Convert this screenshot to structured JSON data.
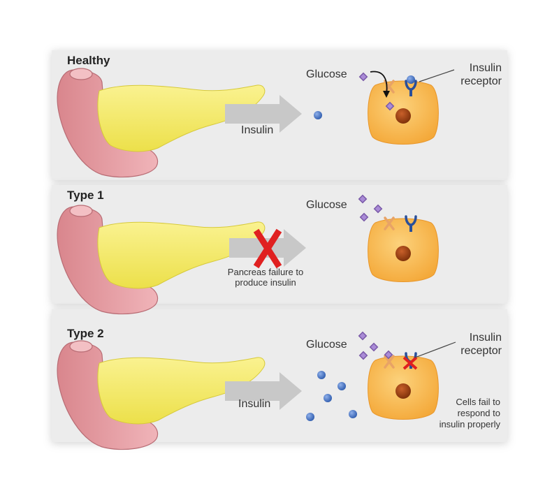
{
  "panels": [
    {
      "title": "Healthy",
      "glucose_label": "Glucose",
      "insulin_label": "Insulin",
      "receptor_label": "Insulin\nreceptor"
    },
    {
      "title": "Type 1",
      "glucose_label": "Glucose",
      "failure_label": "Pancreas failure to\nproduce insulin"
    },
    {
      "title": "Type 2",
      "glucose_label": "Glucose",
      "insulin_label": "Insulin",
      "receptor_label": "Insulin\nreceptor",
      "cells_label": "Cells fail to\nrespond to\ninsulin properly"
    }
  ],
  "colors": {
    "panel_bg": "#ebebeb",
    "pancreas": "#f5ec72",
    "duodenum": "#e8a0a6",
    "cell": "#f9b94f",
    "nucleus": "#a0410f",
    "insulin": "#4a78c8",
    "glucose": "#7a5aa8",
    "arrow": "#c9c9c9",
    "cross": "#e02020"
  }
}
